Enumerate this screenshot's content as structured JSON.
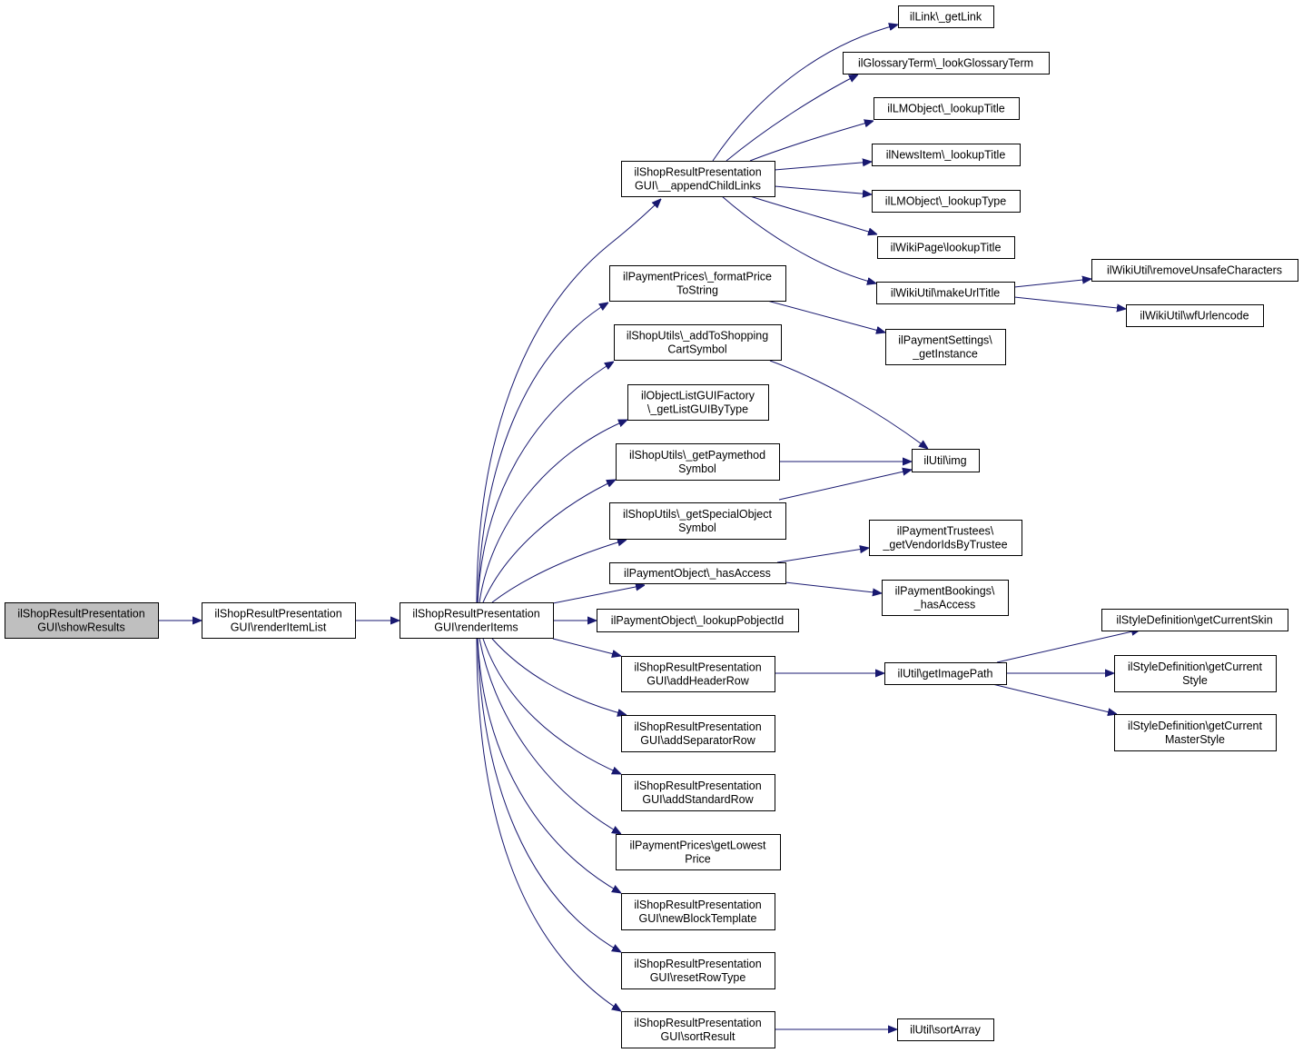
{
  "diagram": {
    "nodes": [
      {
        "id": "showResults",
        "lines": [
          "ilShopResultPresentation",
          "GUI\\showResults"
        ],
        "root": true
      },
      {
        "id": "renderItemList",
        "lines": [
          "ilShopResultPresentation",
          "GUI\\renderItemList"
        ]
      },
      {
        "id": "renderItems",
        "lines": [
          "ilShopResultPresentation",
          "GUI\\renderItems"
        ]
      },
      {
        "id": "appendChildLinks",
        "lines": [
          "ilShopResultPresentation",
          "GUI\\__appendChildLinks"
        ]
      },
      {
        "id": "formatPrice",
        "lines": [
          "ilPaymentPrices\\_formatPrice",
          "ToString"
        ]
      },
      {
        "id": "addToShopping",
        "lines": [
          "ilShopUtils\\_addToShopping",
          "CartSymbol"
        ]
      },
      {
        "id": "getListGUI",
        "lines": [
          "ilObjectListGUIFactory",
          "\\_getListGUIByType"
        ]
      },
      {
        "id": "getPaymethod",
        "lines": [
          "ilShopUtils\\_getPaymethod",
          "Symbol"
        ]
      },
      {
        "id": "getSpecialObject",
        "lines": [
          "ilShopUtils\\_getSpecialObject",
          "Symbol"
        ]
      },
      {
        "id": "hasAccess",
        "lines": [
          "ilPaymentObject\\_hasAccess"
        ]
      },
      {
        "id": "lookupPobjectId",
        "lines": [
          "ilPaymentObject\\_lookupPobjectId"
        ]
      },
      {
        "id": "addHeaderRow",
        "lines": [
          "ilShopResultPresentation",
          "GUI\\addHeaderRow"
        ]
      },
      {
        "id": "addSeparatorRow",
        "lines": [
          "ilShopResultPresentation",
          "GUI\\addSeparatorRow"
        ]
      },
      {
        "id": "addStandardRow",
        "lines": [
          "ilShopResultPresentation",
          "GUI\\addStandardRow"
        ]
      },
      {
        "id": "getLowestPrice",
        "lines": [
          "ilPaymentPrices\\getLowest",
          "Price"
        ]
      },
      {
        "id": "newBlockTemplate",
        "lines": [
          "ilShopResultPresentation",
          "GUI\\newBlockTemplate"
        ]
      },
      {
        "id": "resetRowType",
        "lines": [
          "ilShopResultPresentation",
          "GUI\\resetRowType"
        ]
      },
      {
        "id": "sortResult",
        "lines": [
          "ilShopResultPresentation",
          "GUI\\sortResult"
        ]
      },
      {
        "id": "getLink",
        "lines": [
          "ilLink\\_getLink"
        ]
      },
      {
        "id": "lookGlossaryTerm",
        "lines": [
          "ilGlossaryTerm\\_lookGlossaryTerm"
        ]
      },
      {
        "id": "lmLookupTitle",
        "lines": [
          "ilLMObject\\_lookupTitle"
        ]
      },
      {
        "id": "newsLookupTitle",
        "lines": [
          "ilNewsItem\\_lookupTitle"
        ]
      },
      {
        "id": "lmLookupType",
        "lines": [
          "ilLMObject\\_lookupType"
        ]
      },
      {
        "id": "wikiLookupTitle",
        "lines": [
          "ilWikiPage\\lookupTitle"
        ]
      },
      {
        "id": "makeUrlTitle",
        "lines": [
          "ilWikiUtil\\makeUrlTitle"
        ]
      },
      {
        "id": "removeUnsafe",
        "lines": [
          "ilWikiUtil\\removeUnsafeCharacters"
        ]
      },
      {
        "id": "wfUrlencode",
        "lines": [
          "ilWikiUtil\\wfUrlencode"
        ]
      },
      {
        "id": "paymentSettings",
        "lines": [
          "ilPaymentSettings\\",
          "_getInstance"
        ]
      },
      {
        "id": "img",
        "lines": [
          "ilUtil\\img"
        ]
      },
      {
        "id": "trustees",
        "lines": [
          "ilPaymentTrustees\\",
          "_getVendorIdsByTrustee"
        ]
      },
      {
        "id": "bookings",
        "lines": [
          "ilPaymentBookings\\",
          "_hasAccess"
        ]
      },
      {
        "id": "getImagePath",
        "lines": [
          "ilUtil\\getImagePath"
        ]
      },
      {
        "id": "getCurrentSkin",
        "lines": [
          "ilStyleDefinition\\getCurrentSkin"
        ]
      },
      {
        "id": "getCurrentStyle",
        "lines": [
          "ilStyleDefinition\\getCurrent",
          "Style"
        ]
      },
      {
        "id": "getCurrentMaster",
        "lines": [
          "ilStyleDefinition\\getCurrent",
          "MasterStyle"
        ]
      },
      {
        "id": "sortArray",
        "lines": [
          "ilUtil\\sortArray"
        ]
      }
    ],
    "edges": [
      [
        "showResults",
        "renderItemList"
      ],
      [
        "renderItemList",
        "renderItems"
      ],
      [
        "renderItems",
        "appendChildLinks"
      ],
      [
        "renderItems",
        "formatPrice"
      ],
      [
        "renderItems",
        "addToShopping"
      ],
      [
        "renderItems",
        "getListGUI"
      ],
      [
        "renderItems",
        "getPaymethod"
      ],
      [
        "renderItems",
        "getSpecialObject"
      ],
      [
        "renderItems",
        "hasAccess"
      ],
      [
        "renderItems",
        "lookupPobjectId"
      ],
      [
        "renderItems",
        "addHeaderRow"
      ],
      [
        "renderItems",
        "addSeparatorRow"
      ],
      [
        "renderItems",
        "addStandardRow"
      ],
      [
        "renderItems",
        "getLowestPrice"
      ],
      [
        "renderItems",
        "newBlockTemplate"
      ],
      [
        "renderItems",
        "resetRowType"
      ],
      [
        "renderItems",
        "sortResult"
      ],
      [
        "appendChildLinks",
        "getLink"
      ],
      [
        "appendChildLinks",
        "lookGlossaryTerm"
      ],
      [
        "appendChildLinks",
        "lmLookupTitle"
      ],
      [
        "appendChildLinks",
        "newsLookupTitle"
      ],
      [
        "appendChildLinks",
        "lmLookupType"
      ],
      [
        "appendChildLinks",
        "wikiLookupTitle"
      ],
      [
        "appendChildLinks",
        "makeUrlTitle"
      ],
      [
        "makeUrlTitle",
        "removeUnsafe"
      ],
      [
        "makeUrlTitle",
        "wfUrlencode"
      ],
      [
        "formatPrice",
        "paymentSettings"
      ],
      [
        "addToShopping",
        "img"
      ],
      [
        "getPaymethod",
        "img"
      ],
      [
        "getSpecialObject",
        "img"
      ],
      [
        "hasAccess",
        "trustees"
      ],
      [
        "hasAccess",
        "bookings"
      ],
      [
        "addHeaderRow",
        "getImagePath"
      ],
      [
        "getImagePath",
        "getCurrentSkin"
      ],
      [
        "getImagePath",
        "getCurrentStyle"
      ],
      [
        "getImagePath",
        "getCurrentMaster"
      ],
      [
        "sortResult",
        "sortArray"
      ]
    ]
  }
}
